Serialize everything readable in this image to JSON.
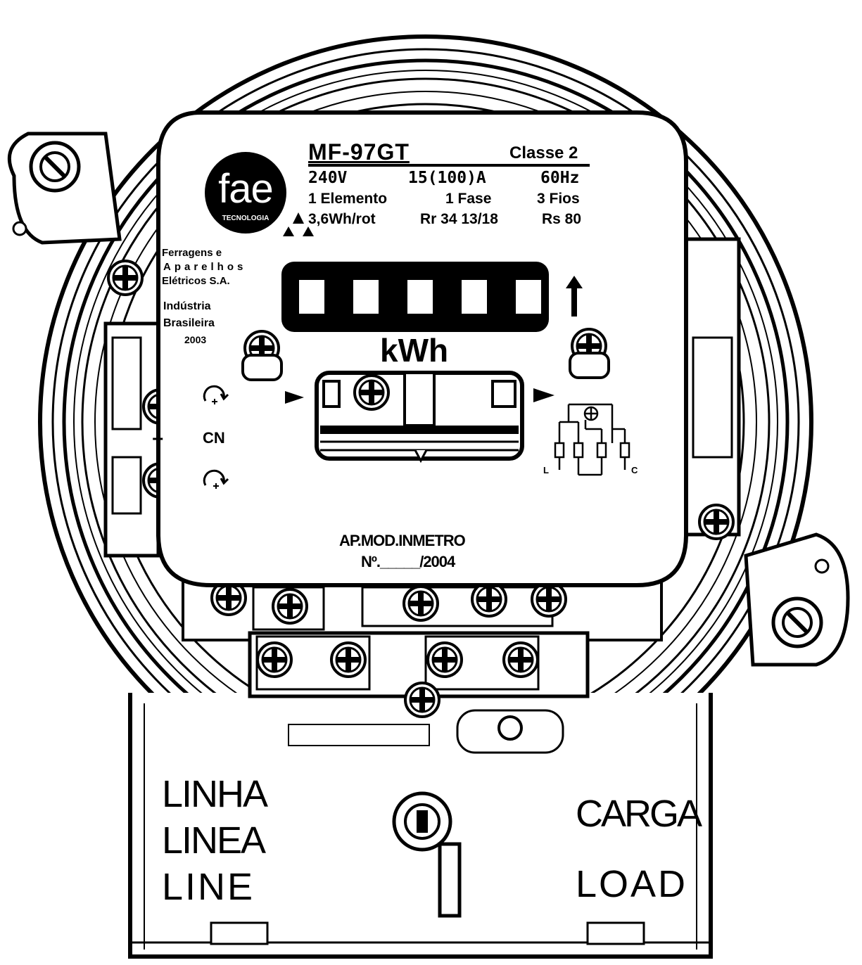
{
  "plate": {
    "model": "MF-97GT",
    "class": "Classe 2",
    "voltage": "240V",
    "current": "15(100)A",
    "frequency": "60Hz",
    "elements": "1 Elemento",
    "phase": "1 Fase",
    "wires": "3 Fios",
    "constant": "3,6Wh/rot",
    "rr": "Rr 34 13/18",
    "rs": "Rs 80"
  },
  "logo": {
    "text": "fae",
    "subtext": "TECNOLOGIA"
  },
  "manufacturer": {
    "line1": "Ferragens e",
    "line2": "Aparelhos",
    "line3": "Elétricos S.A.",
    "line4": "Indústria",
    "line5": "Brasileira",
    "line6": "2003"
  },
  "register": {
    "unit": "kWh",
    "digits": [
      "",
      "",
      "",
      "",
      ""
    ]
  },
  "adjust": {
    "label": "CN",
    "sign": "+"
  },
  "diagram": {
    "left": "L",
    "right": "C"
  },
  "approval": {
    "line1": "AP.MOD.INMETRO",
    "line2": "Nº._____/2004"
  },
  "terminal_cover": {
    "line_labels": [
      "LINHA",
      "LINEA",
      "LINE"
    ],
    "load_labels": [
      "CARGA",
      "LOAD"
    ]
  }
}
